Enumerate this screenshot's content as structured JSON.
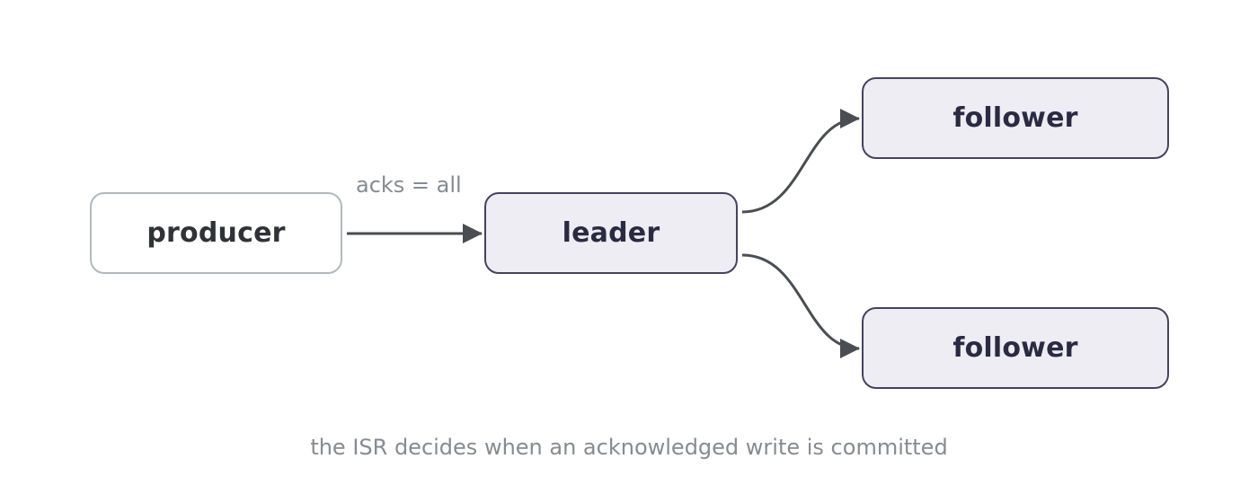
{
  "diagram": {
    "nodes": {
      "producer": {
        "label": "producer"
      },
      "leader": {
        "label": "leader"
      },
      "follower_top": {
        "label": "follower"
      },
      "follower_bottom": {
        "label": "follower"
      }
    },
    "edges": {
      "producer_to_leader": {
        "label": "acks = all"
      },
      "leader_to_follower_top": {
        "label": ""
      },
      "leader_to_follower_bottom": {
        "label": ""
      }
    },
    "caption": "the ISR decides when an acknowledged write is committed"
  },
  "colors": {
    "edge": "#4a4d52",
    "node_filled_fill": "#ededf3",
    "node_filled_stroke": "#45435e",
    "node_plain_stroke": "#b3b8be",
    "muted_text": "#868b92"
  }
}
